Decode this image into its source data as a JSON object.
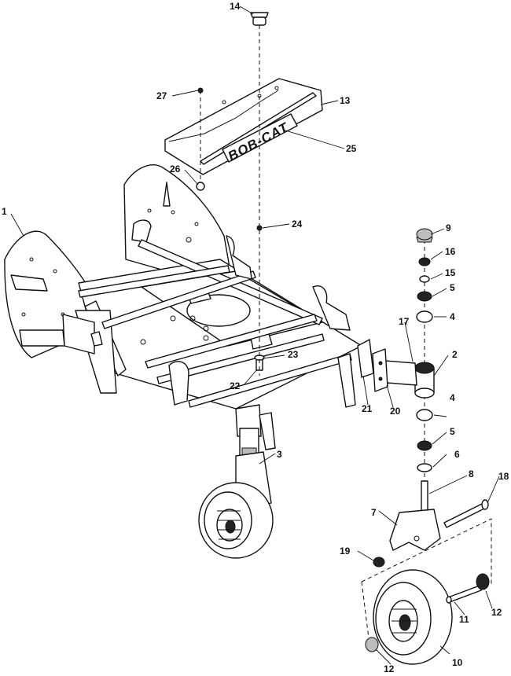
{
  "brand_decal_text": "BOB-CAT",
  "callouts": {
    "c1": "1",
    "c2": "2",
    "c3": "3",
    "c4a": "4",
    "c4b": "4",
    "c5a": "5",
    "c5b": "5",
    "c6": "6",
    "c7": "7",
    "c8": "8",
    "c9": "9",
    "c10": "10",
    "c11": "11",
    "c12a": "12",
    "c12b": "12",
    "c13": "13",
    "c14": "14",
    "c15": "15",
    "c16": "16",
    "c17": "17",
    "c18": "18",
    "c19": "19",
    "c20": "20",
    "c21": "21",
    "c22": "22",
    "c23": "23",
    "c24": "24",
    "c25": "25",
    "c26": "26",
    "c27": "27"
  }
}
